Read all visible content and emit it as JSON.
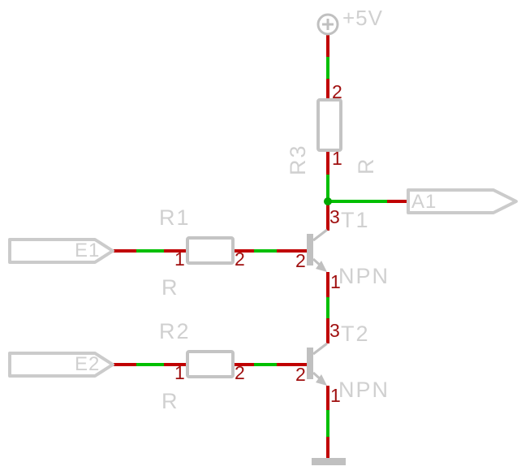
{
  "schematic": {
    "background": "#ffffff",
    "colors": {
      "wire_red": "#c00000",
      "wire_green": "#00bf00",
      "junction_green": "#00a800",
      "symbol_gray": "#c4c4c4",
      "label_gray": "#d0d0d0",
      "pin_number_red": "#a01010"
    },
    "power": {
      "label": "+5V"
    },
    "flags": {
      "e1": "E1",
      "e2": "E2",
      "a1": "A1"
    },
    "parts": {
      "r1": {
        "name": "R1",
        "value": "R",
        "pin_left": "1",
        "pin_right": "2"
      },
      "r2": {
        "name": "R2",
        "value": "R",
        "pin_left": "1",
        "pin_right": "2"
      },
      "r3": {
        "name": "R3",
        "value": "R",
        "pin_top": "2",
        "pin_bottom": "1"
      },
      "t1": {
        "name": "T1",
        "value": "NPN",
        "pin_base": "2",
        "pin_collector": "3",
        "pin_emitter": "1"
      },
      "t2": {
        "name": "T2",
        "value": "NPN",
        "pin_base": "2",
        "pin_collector": "3",
        "pin_emitter": "1"
      }
    }
  }
}
